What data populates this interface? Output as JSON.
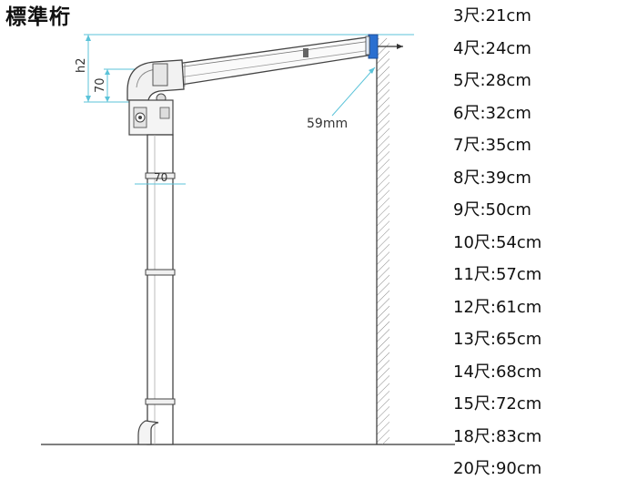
{
  "title": "標準桁",
  "dimensions": {
    "h2_label": "h2",
    "height_label": "70",
    "pipe_width_label": "70",
    "offset_label": "59mm"
  },
  "size_table": [
    {
      "size": "3尺",
      "value": "21cm"
    },
    {
      "size": "4尺",
      "value": "24cm"
    },
    {
      "size": "5尺",
      "value": "28cm"
    },
    {
      "size": "6尺",
      "value": "32cm"
    },
    {
      "size": "7尺",
      "value": "35cm"
    },
    {
      "size": "8尺",
      "value": "39cm"
    },
    {
      "size": "9尺",
      "value": "50cm"
    },
    {
      "size": "10尺",
      "value": "54cm"
    },
    {
      "size": "11尺",
      "value": "57cm"
    },
    {
      "size": "12尺",
      "value": "61cm"
    },
    {
      "size": "13尺",
      "value": "65cm"
    },
    {
      "size": "14尺",
      "value": "68cm"
    },
    {
      "size": "15尺",
      "value": "72cm"
    },
    {
      "size": "18尺",
      "value": "83cm"
    },
    {
      "size": "20尺",
      "value": "90cm"
    }
  ],
  "colors": {
    "dimension_line": "#5bc3d9",
    "outline": "#444444",
    "bracket_accent": "#2a6fd0"
  }
}
